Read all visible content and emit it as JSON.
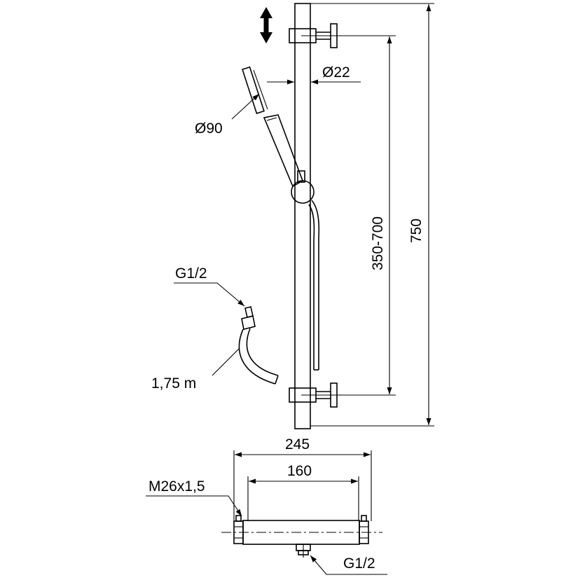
{
  "dimensions": {
    "rail_diameter": "Ø22",
    "handshower_diameter": "Ø90",
    "hose_connection": "G1/2",
    "hose_length": "1,75 m",
    "adjustable_spacing": "350-700",
    "total_height": "750",
    "valve_width": "245",
    "valve_centers": "160",
    "valve_thread": "M26x1,5",
    "valve_outlet": "G1/2"
  },
  "colors": {
    "line": "#000000",
    "background": "#ffffff"
  }
}
